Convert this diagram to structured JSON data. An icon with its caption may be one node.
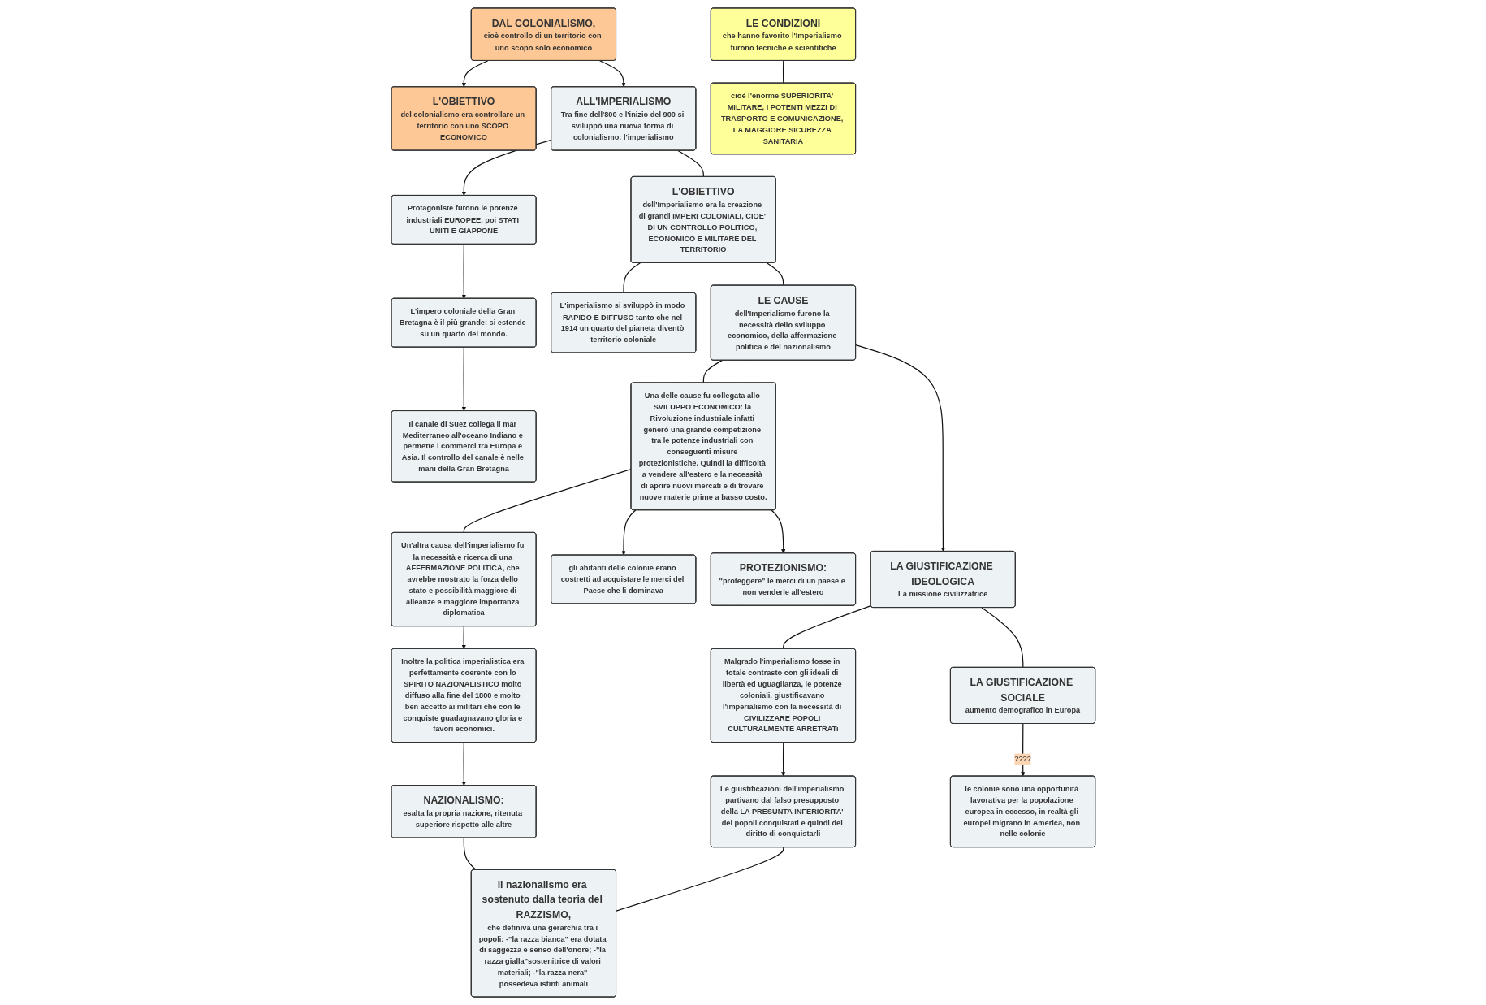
{
  "diagram": {
    "nodes": [
      {
        "text": [
          "DAL COLONIALISMO,",
          "cioè controllo di un territorio con uno scopo solo economico"
        ]
      },
      {
        "text": [
          "L'OBIETTIVO",
          "del colonialismo era controllare un territorio con uno SCOPO ECONOMICO"
        ]
      },
      {
        "text": [
          "ALL'IMPERIALISMO",
          "Tra fine dell'800 e l'inizio del 900 si sviluppò una nuova forma di colonialismo: l'imperialismo"
        ]
      },
      {
        "text": [
          "Protagoniste furono le potenze industriali EUROPEE, poi STATI UNITI E GIAPPONE"
        ]
      },
      {
        "text": [
          "L'impero coloniale della Gran Bretagna è il più grande: si estende su un quarto del mondo."
        ]
      },
      {
        "text": [
          "Il canale di Suez collega il mar Mediterraneo all'oceano Indiano e permette i commerci tra Europa e Asia. Il controllo del canale è nelle mani della Gran Bretagna"
        ]
      },
      {
        "text": [
          "L'OBIETTIVO",
          "dell'Imperialismo era la creazione di grandi IMPERI COLONIALI, CIOE' DI UN CONTROLLO POLITICO, ECONOMICO E MILITARE DEL TERRITORIO"
        ]
      },
      {
        "text": [
          "L'imperialismo si sviluppò in modo RAPIDO E DIFFUSO tanto che nel 1914 un quarto del pianeta diventò territorio coloniale"
        ]
      },
      {
        "text": [
          "LE CONDIZIONI",
          "che hanno favorito l'Imperialismo furono tecniche e scientifiche"
        ]
      },
      {
        "text": [
          "cioè l'enorme SUPERIORITA' MILITARE, I POTENTI MEZZI DI TRASPORTO E COMUNICAZIONE, LA MAGGIORE SICUREZZA SANITARIA"
        ]
      },
      {
        "text": [
          "LE CAUSE",
          "dell'Imperialismo furono la necessità dello sviluppo economico, della affermazione politica e del nazionalismo"
        ]
      },
      {
        "text": [
          "Una delle cause fu collegata allo SVILUPPO ECONOMICO: la Rivoluzione industriale infatti generò una grande competizione tra le potenze industriali con conseguenti misure protezionistiche. Quindi la difficoltà a vendere all'estero e la necessità di aprire nuovi mercati e di trovare nuove materie prime a basso costo."
        ]
      },
      {
        "text": [
          "Un'altra causa dell'imperialismo fu la necessità e ricerca di una AFFERMAZIONE POLITICA, che avrebbe mostrato la forza dello stato e possibilità maggiore di alleanze e maggiore importanza diplomatica"
        ]
      },
      {
        "text": [
          "Inoltre la politica imperialistica era perfettamente coerente con lo SPIRITO NAZIONALISTICO molto diffuso alla fine del 1800 e molto ben accetto ai militari che con le conquiste guadagnavano gloria e favori economici."
        ]
      },
      {
        "text": [
          "gli abitanti delle colonie erano costretti ad acquistare le merci del Paese che li dominava"
        ]
      },
      {
        "text": [
          "PROTEZIONISMO:",
          "\"proteggere\" le merci di un paese e non venderle all'estero"
        ]
      },
      {
        "text": [
          "NAZIONALISMO:",
          "esalta la propria nazione, ritenuta superiore rispetto alle altre"
        ]
      },
      {
        "text": [
          "LA GIUSTIFICAZIONE IDEOLOGICA",
          "La missione civilizzatrice"
        ]
      },
      {
        "text": [
          "Malgrado l'imperialismo fosse in totale contrasto con gli ideali di libertà ed uguaglianza, le potenze coloniali, giustificavano l'imperialismo con la necessità di CIVILIZZARE POPOLI CULTURALMENTE ARRETRATi"
        ]
      },
      {
        "text": [
          "LA GIUSTIFICAZIONE SOCIALE",
          "aumento demografico in Europa"
        ]
      },
      {
        "text": [
          "Le giustificazioni dell'imperialismo partivano dal falso presupposto della LA PRESUNTA INFERIORITA' dei popoli conquistati e quindi del diritto di conquistarli"
        ]
      },
      {
        "text": [
          "le colonie sono una opportunità lavorativa per la popolazione europea in eccesso, in realtà gli europei migrano in America, non nelle colonie"
        ]
      },
      {
        "text": [
          "il nazionalismo era sostenuto dalla teoria del RAZZISMO,",
          "che definiva una gerarchia tra i popoli: -\"la razza bianca\" era dotata di saggezza e senso dell'onore; -\"la razza gialla\"sostenitrice di valori materiali; -\"la razza nera\" possedeva istinti animali"
        ]
      }
    ],
    "edges": [
      {
        "from": 0,
        "to": 2,
        "arrow": "to"
      },
      {
        "from": 0,
        "to": 1,
        "arrow": "to"
      },
      {
        "from": 2,
        "to": 3,
        "arrow": "to"
      },
      {
        "from": 3,
        "to": 4,
        "arrow": "to"
      },
      {
        "from": 4,
        "to": 5,
        "arrow": "to"
      },
      {
        "from": 2,
        "to": 6,
        "arrow": "none"
      },
      {
        "from": 6,
        "to": 7,
        "arrow": "none"
      },
      {
        "from": 6,
        "to": 10,
        "arrow": "none"
      },
      {
        "from": 8,
        "to": 9,
        "arrow": "none"
      },
      {
        "from": 10,
        "to": 11,
        "arrow": "none"
      },
      {
        "from": 11,
        "to": 12,
        "arrow": "none"
      },
      {
        "from": 12,
        "to": 13,
        "arrow": "to"
      },
      {
        "from": 11,
        "to": 14,
        "arrow": "to"
      },
      {
        "from": 11,
        "to": 15,
        "arrow": "to"
      },
      {
        "from": 13,
        "to": 16,
        "arrow": "to"
      },
      {
        "from": 16,
        "to": 22,
        "arrow": "none"
      },
      {
        "from": 10,
        "to": 17,
        "arrow": "to"
      },
      {
        "from": 17,
        "to": 18,
        "arrow": "none"
      },
      {
        "from": 17,
        "to": 19,
        "arrow": "none"
      },
      {
        "from": 18,
        "to": 20,
        "arrow": "to"
      },
      {
        "from": 19,
        "to": 21,
        "arrow": "to",
        "label": "????"
      },
      {
        "from": 20,
        "to": 22,
        "arrow": "none"
      }
    ]
  }
}
